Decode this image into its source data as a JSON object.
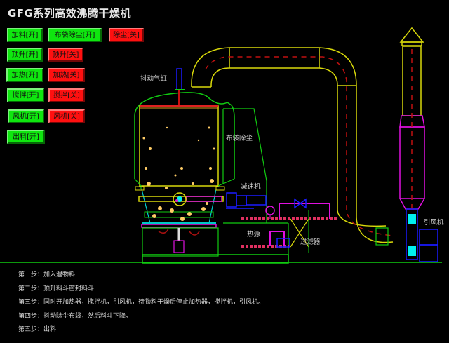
{
  "title": "GFG系列高效沸腾干燥机",
  "buttons": {
    "feed_on": "加料[开]",
    "bag_dust_on": "布袋除尘[开]",
    "dust_off": "除尘[关]",
    "lift_on": "顶升[开]",
    "lift_off": "顶升[关]",
    "heat_on": "加热[开]",
    "heat_off": "加热[关]",
    "stir_on": "搅拌[开]",
    "stir_off": "搅拌[关]",
    "fan_on": "风机[开]",
    "fan_off": "风机[关]",
    "discharge_on": "出料[开]"
  },
  "colors": {
    "on": "#0fe60f",
    "off": "#ff1010",
    "pipe": "#d8d80a",
    "frame": "#11cc11",
    "magenta": "#e010e0",
    "blue": "#1010ff",
    "cyan": "#00f0f0",
    "red_dash": "#c01010"
  },
  "labels": {
    "shaker_cylinder": "抖动气缸",
    "bag_filter": "布袋除尘",
    "reducer": "减速机",
    "heat_source": "热源",
    "filter": "过滤器",
    "induced_fan": "引风机"
  },
  "steps": [
    "第一步：加入湿物料",
    "第二步：顶升料斗密封料斗",
    "第三步：同时开加热器，搅拌机，引风机，待物料干燥后停止加热器，搅拌机，引风机。",
    "第四步：抖动除尘布袋，然后料斗下降。",
    "第五步：出料"
  ]
}
